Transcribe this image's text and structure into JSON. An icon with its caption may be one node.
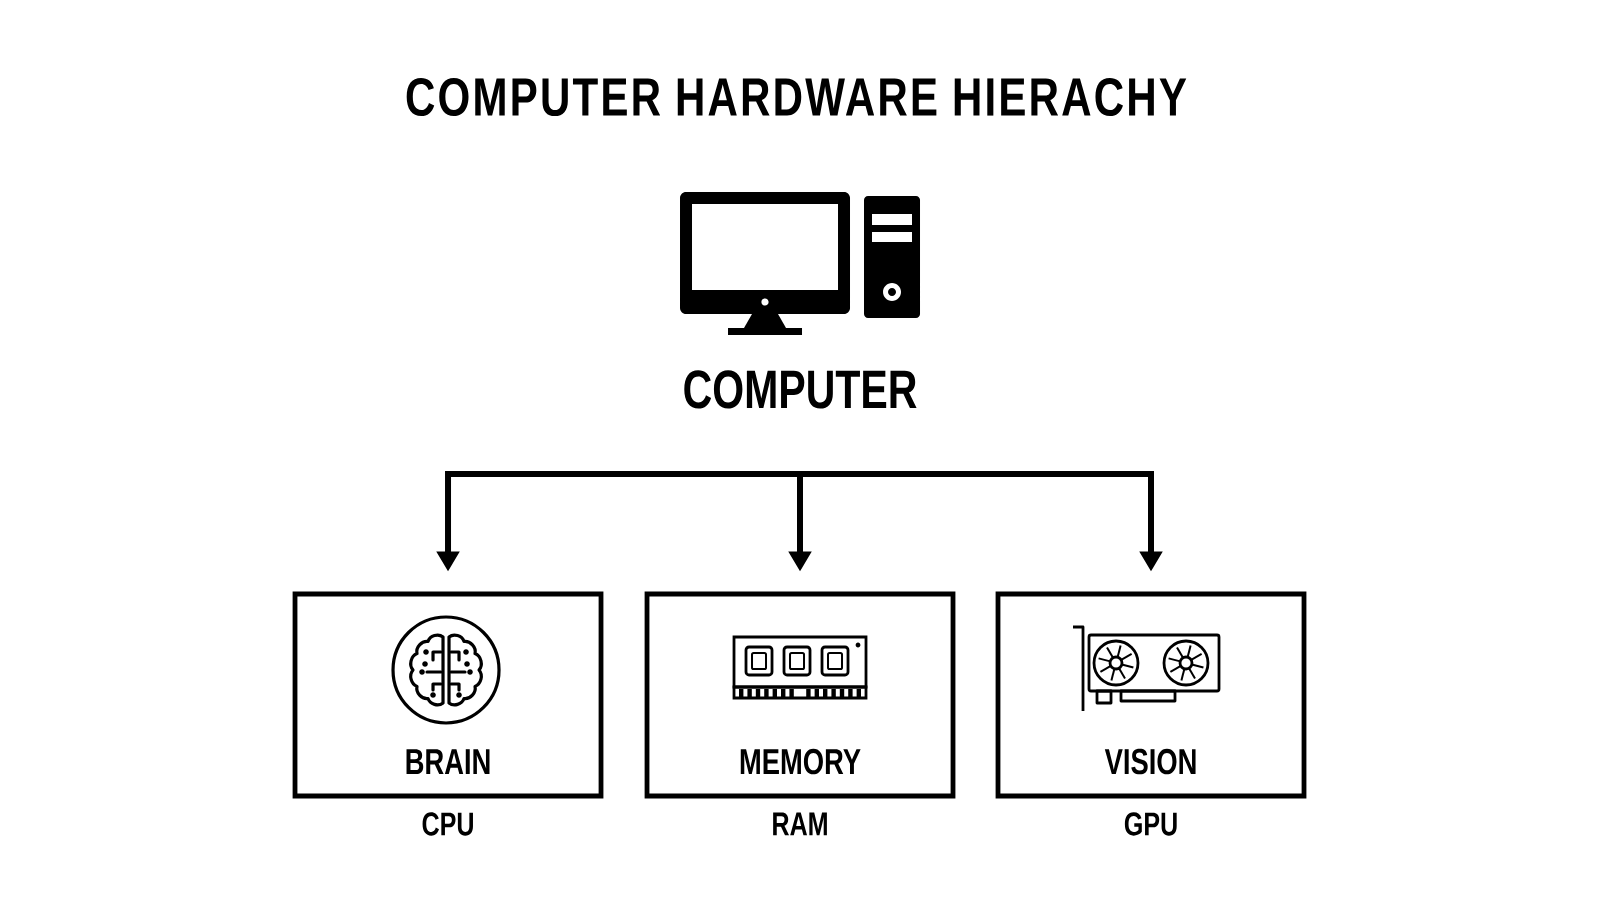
{
  "diagram": {
    "title": "COMPUTER HARDWARE HIERACHY",
    "nodes": [
      {
        "text": [
          "COMPUTER"
        ]
      },
      {
        "text": [
          "BRAIN"
        ],
        "beside": [
          "CPU"
        ]
      },
      {
        "text": [
          "MEMORY"
        ],
        "beside": [
          "RAM"
        ]
      },
      {
        "text": [
          "VISION"
        ],
        "beside": [
          "GPU"
        ]
      }
    ],
    "edges": [
      {
        "from": 0,
        "to": 1,
        "arrow": "to"
      },
      {
        "from": 0,
        "to": 2,
        "arrow": "to"
      },
      {
        "from": 0,
        "to": 3,
        "arrow": "to"
      }
    ]
  }
}
